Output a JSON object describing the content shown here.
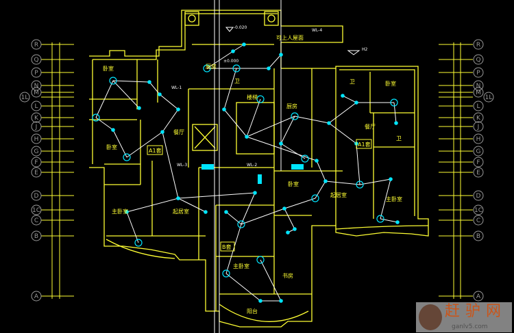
{
  "drawing": {
    "axis_labels": [
      "R",
      "Q",
      "P",
      "N",
      "M",
      "1L",
      "L",
      "K",
      "J",
      "H",
      "G",
      "F",
      "E",
      "D",
      "1C",
      "C",
      "B",
      "A"
    ],
    "rooms": {
      "bedroom_left_top": "卧室",
      "bedroom_left_mid": "卧室",
      "master_bedroom_left": "主卧室",
      "living_left": "起居室",
      "dining_left": "餐厅",
      "unit_a1": "A1套",
      "kitchen_top": "厨房",
      "bath_top": "卫",
      "stair_hall": "楼梯",
      "kitchen_mid": "厨房",
      "bath_mid": "卫",
      "bedroom_right_top": "卧室",
      "dining_right": "餐厅",
      "unit_a1_right": "A1套",
      "living_right": "起居室",
      "master_bedroom_right": "主卧室",
      "bath_right": "卫",
      "bedroom_center": "卧室",
      "unit_center": "B套",
      "master_bedroom_center": "主卧室",
      "study_center": "书房",
      "balcony_center": "阳台"
    },
    "notes": {
      "level_top": "-0.020",
      "level_mid": "±0.000",
      "roof_note": "可上人屋面",
      "pipe_a": "WL-1",
      "pipe_b": "WL-2",
      "pipe_c": "WL-3",
      "pipe_d": "WL-4",
      "level_right": "H2"
    },
    "colors": {
      "wall": "#ffff33",
      "fixture": "#00e5ff",
      "wire": "#ffffff",
      "axis": "#9a9a9a"
    }
  },
  "watermark": {
    "brand": "赶驴网",
    "url": "ganlv5.com"
  }
}
